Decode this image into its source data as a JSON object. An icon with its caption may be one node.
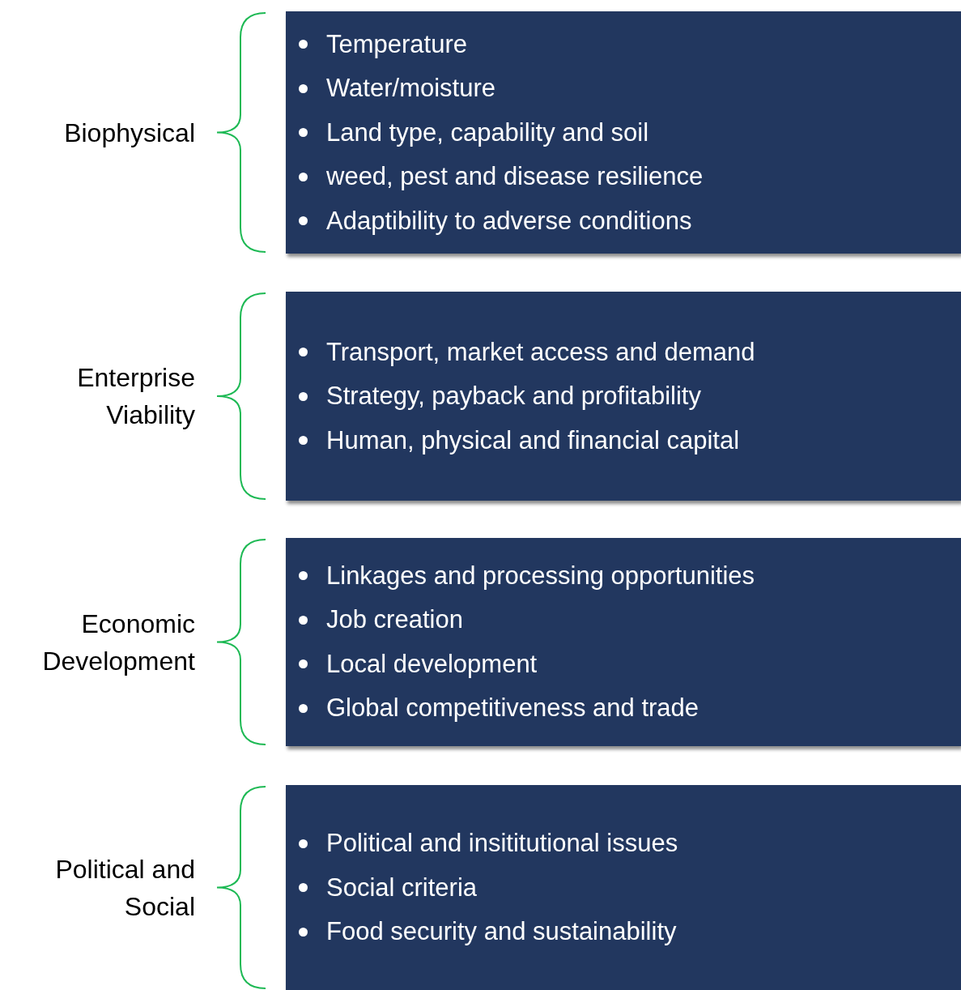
{
  "diagram": {
    "nodes": [
      {
        "text": [
          "Temperature",
          "Water/moisture",
          "Land type, capability and soil",
          "weed, pest and disease resilience",
          "Adaptibility to adverse conditions"
        ]
      },
      {
        "text": [
          "Transport, market access and demand",
          "Strategy, payback and profitability",
          "Human, physical and financial capital"
        ]
      },
      {
        "text": [
          "Linkages and processing opportunities",
          "Job creation",
          "Local development",
          "Global competitiveness and trade"
        ]
      },
      {
        "text": [
          "Political and insititutional issues",
          "Social criteria",
          "Food security and sustainability"
        ]
      }
    ],
    "labels": [
      "Biophysical",
      "Enterprise Viability",
      "Economic Development",
      "Political and Social"
    ]
  }
}
